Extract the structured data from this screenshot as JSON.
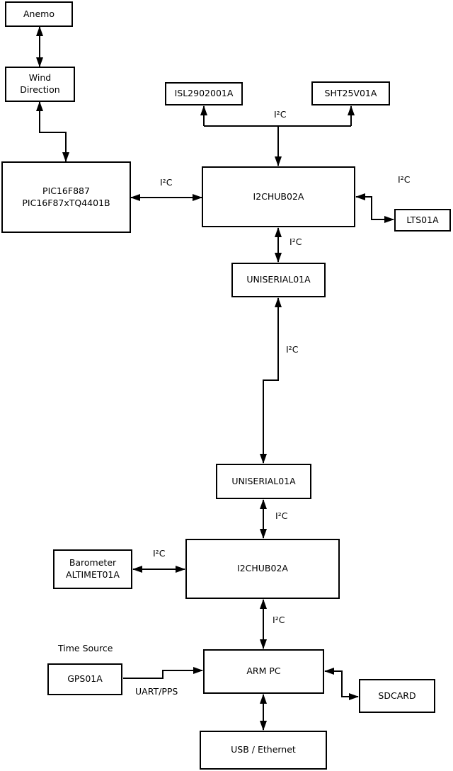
{
  "diagram": {
    "background_color": "#ffffff",
    "line_color": "#000000",
    "text_color": "#000000",
    "nodes": {
      "anemo": {
        "lines": [
          "Anemo"
        ]
      },
      "wind_direction": {
        "lines": [
          "Wind",
          "Direction"
        ]
      },
      "pic": {
        "lines": [
          "PIC16F887",
          "PIC16F87xTQ4401B"
        ]
      },
      "isl": {
        "lines": [
          "ISL2902001A"
        ]
      },
      "sht": {
        "lines": [
          "SHT25V01A"
        ]
      },
      "i2chub_top": {
        "lines": [
          "I2CHUB02A"
        ]
      },
      "lts": {
        "lines": [
          "LTS01A"
        ]
      },
      "uniserial_top": {
        "lines": [
          "UNISERIAL01A"
        ]
      },
      "uniserial_bottom": {
        "lines": [
          "UNISERIAL01A"
        ]
      },
      "i2chub_bottom": {
        "lines": [
          "I2CHUB02A"
        ]
      },
      "barometer": {
        "lines": [
          "Barometer",
          "ALTIMET01A"
        ]
      },
      "arm_pc": {
        "lines": [
          "ARM PC"
        ]
      },
      "gps": {
        "lines": [
          "GPS01A"
        ]
      },
      "sdcard": {
        "lines": [
          "SDCARD"
        ]
      },
      "usb_ethernet": {
        "lines": [
          "USB / Ethernet"
        ]
      }
    },
    "captions": {
      "time_source": "Time Source"
    },
    "edges": [
      {
        "from": "Anemo",
        "to": "Wind Direction",
        "style": "bidirectional",
        "label": ""
      },
      {
        "from": "Wind Direction",
        "to": "PIC16F887",
        "style": "bidirectional",
        "label": ""
      },
      {
        "from": "PIC16F887",
        "to": "I2CHUB02A (top)",
        "style": "bidirectional",
        "label": "I²C"
      },
      {
        "from": "I2CHUB02A (top)",
        "to": "ISL2902001A + SHT25V01A",
        "style": "branch",
        "label": "I²C"
      },
      {
        "from": "I2CHUB02A (top)",
        "to": "LTS01A",
        "style": "bidirectional",
        "label": "I²C"
      },
      {
        "from": "I2CHUB02A (top)",
        "to": "UNISERIAL01A (top)",
        "style": "bidirectional",
        "label": "I²C"
      },
      {
        "from": "UNISERIAL01A (top)",
        "to": "UNISERIAL01A (bottom)",
        "style": "bidirectional",
        "label": "I²C"
      },
      {
        "from": "UNISERIAL01A (bottom)",
        "to": "I2CHUB02A (bottom)",
        "style": "bidirectional",
        "label": "I²C"
      },
      {
        "from": "Barometer ALTIMET01A",
        "to": "I2CHUB02A (bottom)",
        "style": "bidirectional",
        "label": "I²C"
      },
      {
        "from": "I2CHUB02A (bottom)",
        "to": "ARM PC",
        "style": "bidirectional",
        "label": "I²C"
      },
      {
        "from": "GPS01A",
        "to": "ARM PC",
        "style": "unidirectional",
        "label": "UART/PPS"
      },
      {
        "from": "ARM PC",
        "to": "SDCARD",
        "style": "bidirectional",
        "label": ""
      },
      {
        "from": "ARM PC",
        "to": "USB / Ethernet",
        "style": "bidirectional",
        "label": ""
      }
    ]
  }
}
